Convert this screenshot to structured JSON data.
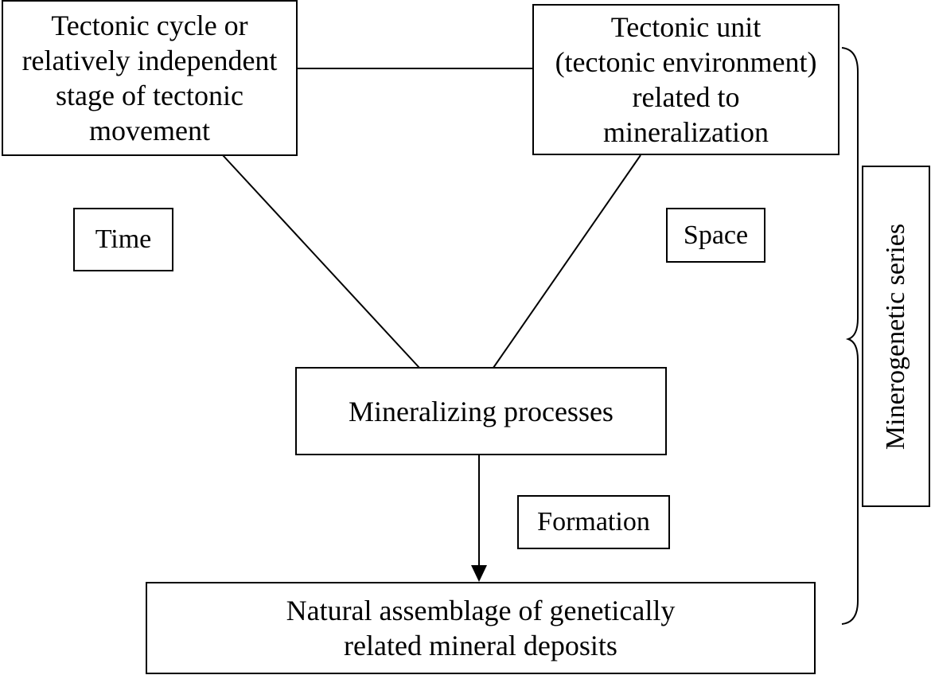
{
  "diagram": {
    "tectonic_cycle": [
      "Tectonic cycle or",
      "relatively independent",
      "stage of tectonic",
      "movement"
    ],
    "tectonic_unit": [
      "Tectonic unit",
      "(tectonic environment)",
      "related to",
      "mineralization"
    ],
    "time": "Time",
    "space": "Space",
    "mineralizing_processes": "Mineralizing processes",
    "formation": "Formation",
    "natural_assemblage": [
      "Natural assemblage of genetically",
      "related mineral deposits"
    ],
    "minerogenetic_series": "Minerogenetic series"
  }
}
